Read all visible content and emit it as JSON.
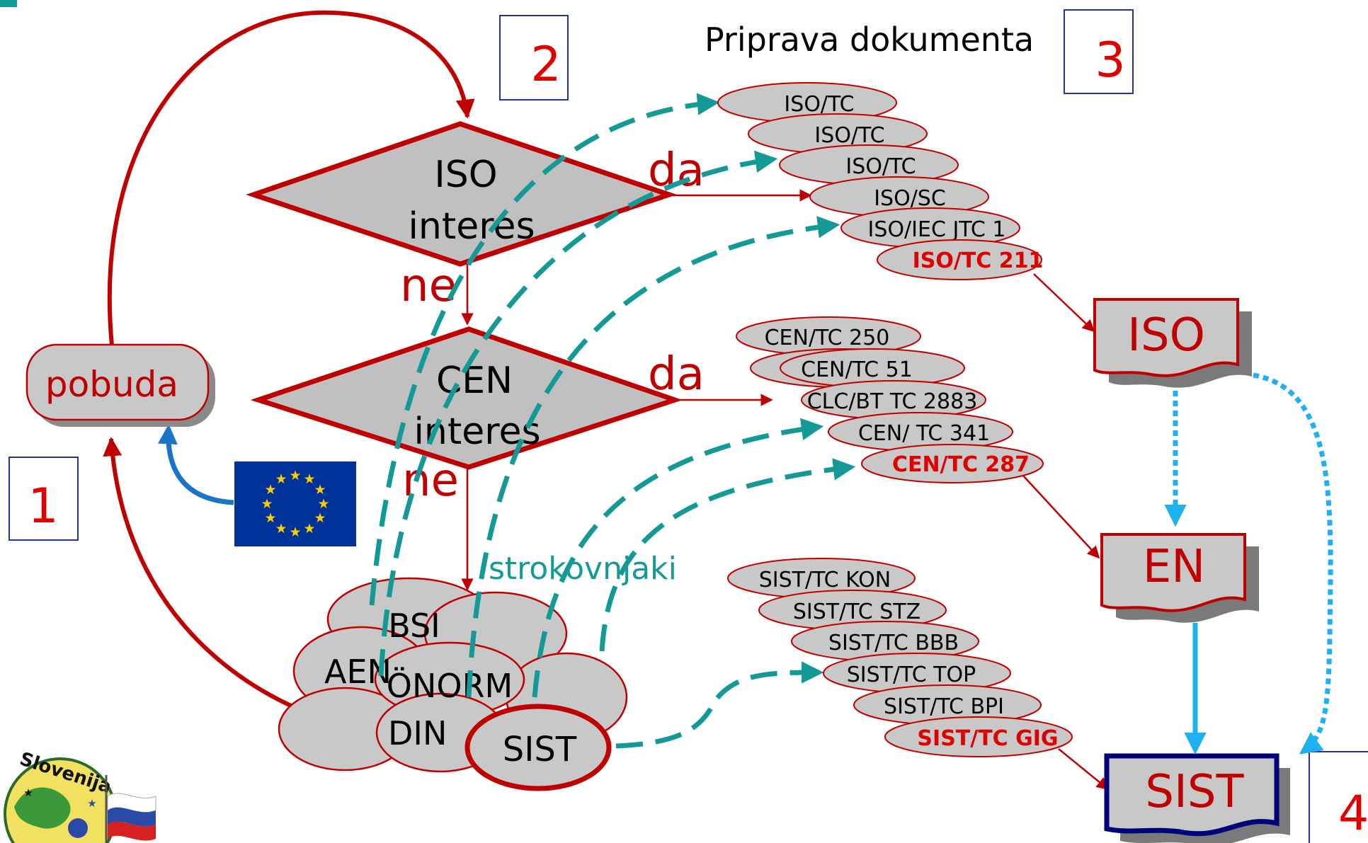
{
  "header": {
    "title": "Priprava dokumenta"
  },
  "steps": [
    "1",
    "2",
    "3",
    "4"
  ],
  "start": {
    "label": "pobuda"
  },
  "decisions": [
    {
      "line1": "ISO",
      "line2": "interes",
      "yes": "da",
      "no": "ne"
    },
    {
      "line1": "CEN",
      "line2": "interes",
      "yes": "da",
      "no": "ne"
    }
  ],
  "experts_label": "strokovnjaki",
  "national_bodies": [
    "BSI",
    "AEN",
    "ÖNORM",
    "DIN",
    "SIST"
  ],
  "committees": {
    "iso": [
      "ISO/TC",
      "ISO/TC",
      "ISO/TC",
      "ISO/SC",
      "ISO/IEC JTC 1",
      "ISO/TC 211"
    ],
    "cen": [
      "CEN/TC 250",
      "CEN/TC 51",
      "CLC/BT TC 2883",
      "CEN/ TC 341",
      "CEN/TC 287"
    ],
    "sist": [
      "SIST/TC KON",
      "SIST/TC STZ",
      "SIST/TC BBB",
      "SIST/TC TOP",
      "SIST/TC BPI",
      "SIST/TC GIG"
    ]
  },
  "outputs": [
    "ISO",
    "EN",
    "SIST"
  ],
  "logo_text": "Slovenija",
  "colors": {
    "dark_red": "#c00000",
    "bright_red": "#e00000",
    "teal": "#149a96",
    "light_blue": "#1fb0f0",
    "blue": "#1a74c8",
    "navy": "#00007a",
    "box_blue": "#2433a0",
    "gray": "#c8c8c8",
    "eu_blue": "#003399",
    "eu_star": "#ffcc00"
  }
}
